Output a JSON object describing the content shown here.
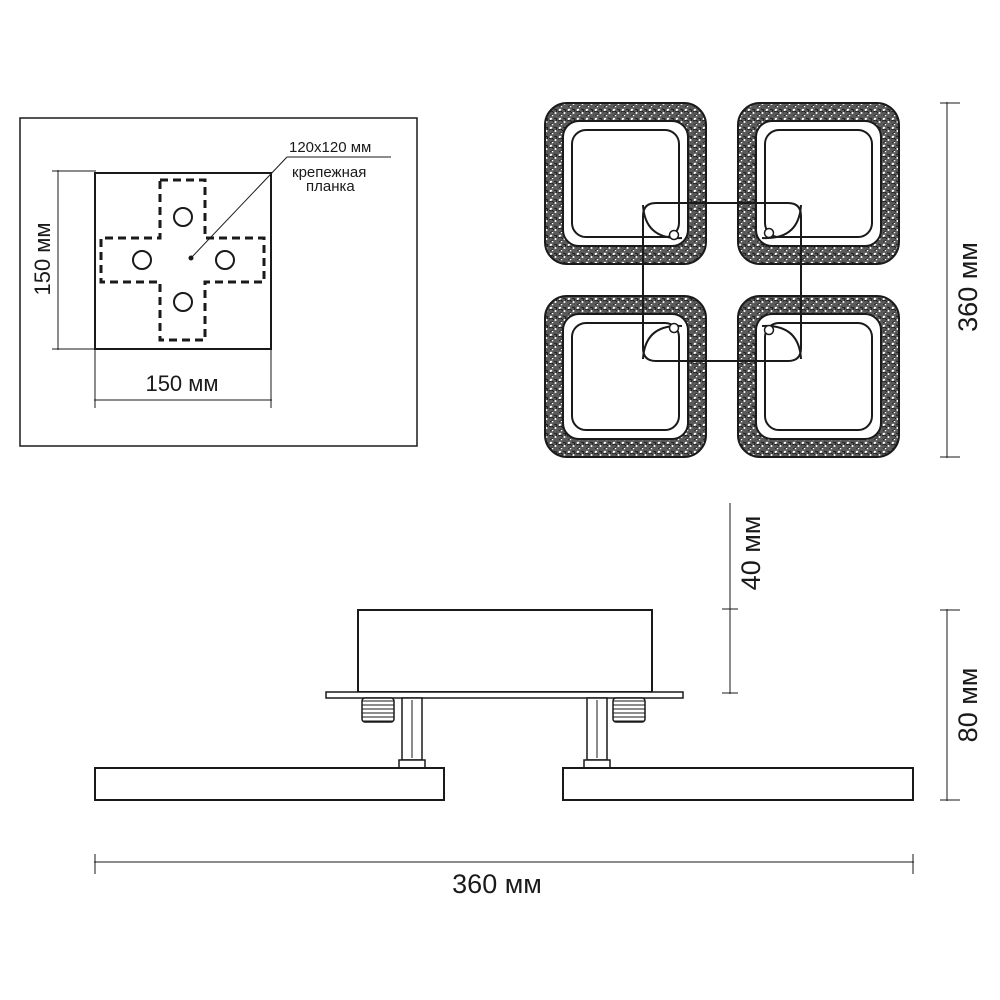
{
  "mount_plate": {
    "size_label": "120x120 мм",
    "name_line1": "крепежная",
    "name_line2": "планка",
    "height_label": "150 мм",
    "width_label": "150 мм"
  },
  "top_view": {
    "height_label": "360 мм"
  },
  "side_view": {
    "canopy_height_label": "40 мм",
    "total_height_label": "80 мм",
    "total_width_label": "360 мм"
  },
  "colors": {
    "line": "#1a1a1a",
    "texture": "#3a3a3a",
    "background": "#ffffff"
  }
}
